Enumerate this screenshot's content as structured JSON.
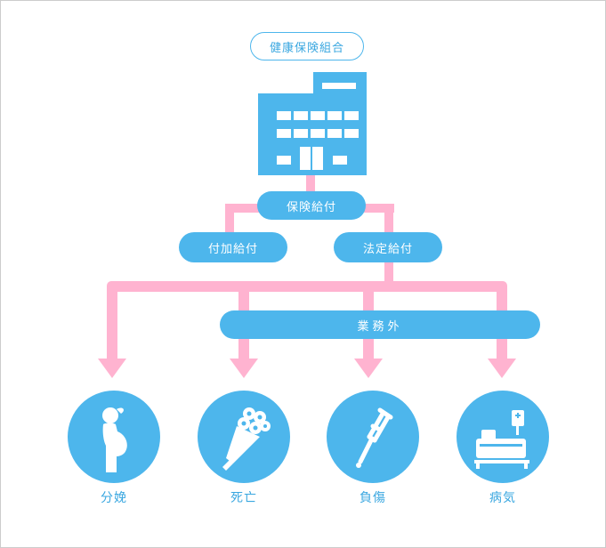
{
  "diagram": {
    "organization": {
      "label": "健康保険組合",
      "icon": "building-icon"
    },
    "insurance_benefits": {
      "label": "保険給付"
    },
    "additional_benefits": {
      "label": "付加給付"
    },
    "statutory_benefits": {
      "label": "法定給付"
    },
    "outside_work": {
      "label": "業務外"
    },
    "categories": [
      {
        "label": "分娩",
        "icon": "pregnant-woman-icon"
      },
      {
        "label": "死亡",
        "icon": "flower-bouquet-icon"
      },
      {
        "label": "負傷",
        "icon": "crutch-icon"
      },
      {
        "label": "病気",
        "icon": "hospital-bed-icon"
      }
    ]
  },
  "colors": {
    "node_blue": "#4db6ec",
    "connector_pink": "#ffb3d0",
    "label_blue": "#3aa7e0",
    "border_gray": "#cccccc"
  }
}
